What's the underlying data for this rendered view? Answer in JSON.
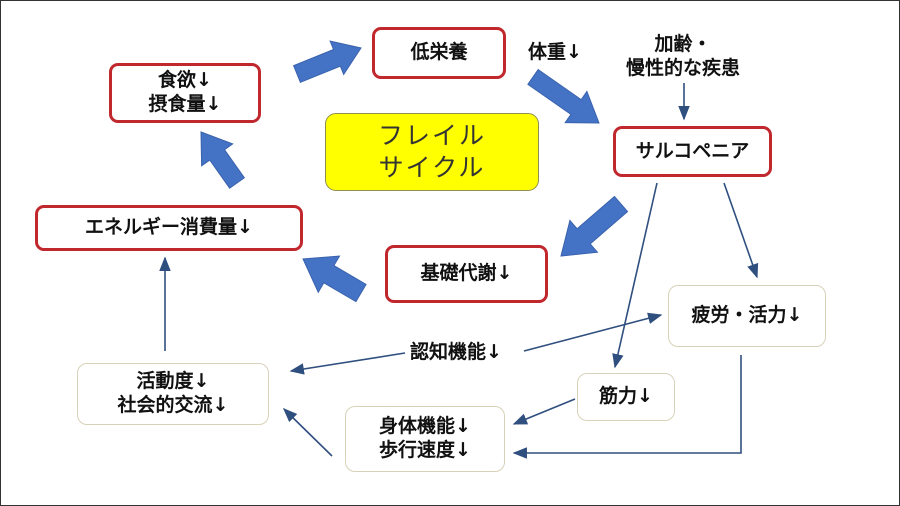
{
  "diagram": {
    "center": {
      "line1": "フレイル",
      "line2": "サイクル"
    },
    "nodes": {
      "low_nutrition": "低栄養",
      "appetite": {
        "line1": "食欲↓",
        "line2": "摂食量↓"
      },
      "sarcopenia": "サルコペニア",
      "energy": "エネルギー消費量↓",
      "basal_metabolism": "基礎代謝↓",
      "fatigue": "疲労・活力↓",
      "activity": {
        "line1": "活動度↓",
        "line2": "社会的交流↓"
      },
      "muscle": "筋力↓",
      "physical": {
        "line1": "身体機能↓",
        "line2": "歩行速度↓"
      }
    },
    "labels": {
      "weight": "体重↓",
      "aging": {
        "line1": "加齢・",
        "line2": "慢性的な疾患"
      },
      "cognitive": "認知機能↓"
    },
    "colors": {
      "cycle_arrow": "#4472c4",
      "thin_arrow": "#2f4f7f",
      "cycle_border": "#c0282e",
      "side_border": "#d8d2b8",
      "center_fill": "#ffff00"
    }
  }
}
